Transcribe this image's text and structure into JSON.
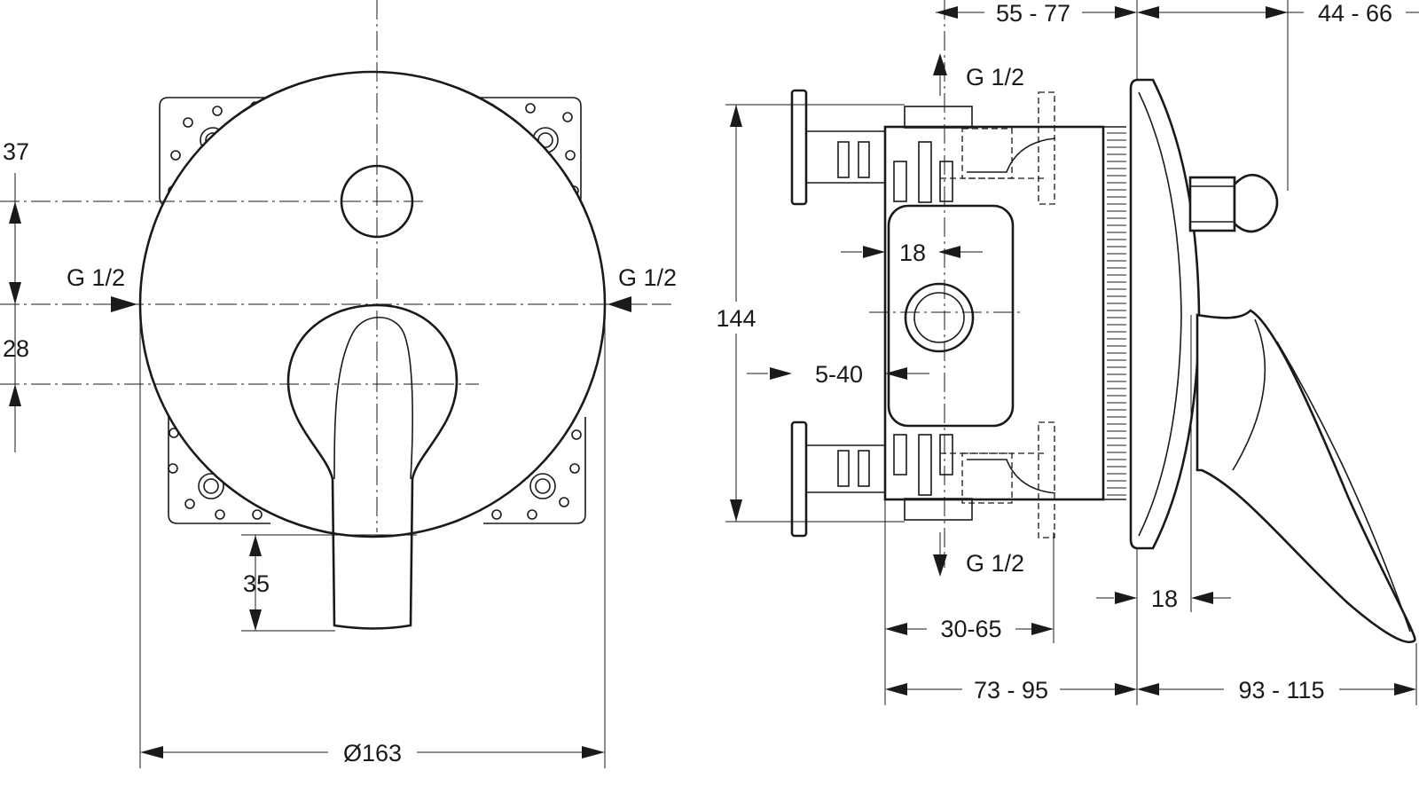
{
  "front_view": {
    "offset_top": "37",
    "offset_bottom": "28",
    "inlet_left": "G 1/2",
    "inlet_right": "G 1/2",
    "lever_length": "35",
    "diameter": "Ø163"
  },
  "side_view": {
    "top_depth": "55 - 77",
    "top_projection": "44 - 66",
    "outlet_top": "G 1/2",
    "outlet_bottom": "G 1/2",
    "height": "144",
    "port_width": "18",
    "wall_range": "5-40",
    "plate_thickness": "18",
    "body_depth": "30-65",
    "install_depth": "73 - 95",
    "spout_projection": "93 - 115"
  }
}
